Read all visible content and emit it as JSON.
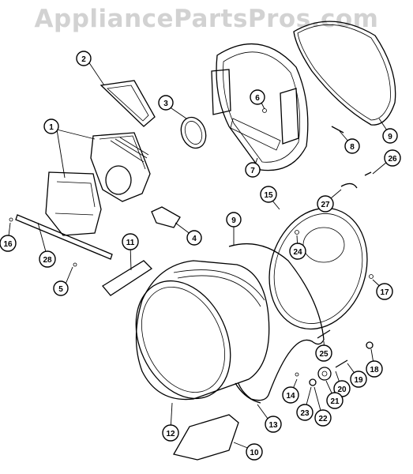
{
  "watermark": "AppliancePartsPros.com",
  "callouts": [
    {
      "id": "1",
      "label": "1"
    },
    {
      "id": "2",
      "label": "2"
    },
    {
      "id": "3",
      "label": "3"
    },
    {
      "id": "4",
      "label": "4"
    },
    {
      "id": "5",
      "label": "5"
    },
    {
      "id": "6",
      "label": "6"
    },
    {
      "id": "7",
      "label": "7"
    },
    {
      "id": "8",
      "label": "8"
    },
    {
      "id": "9a",
      "label": "9"
    },
    {
      "id": "9b",
      "label": "9"
    },
    {
      "id": "10",
      "label": "10"
    },
    {
      "id": "11",
      "label": "11"
    },
    {
      "id": "12",
      "label": "12"
    },
    {
      "id": "13",
      "label": "13"
    },
    {
      "id": "14",
      "label": "14"
    },
    {
      "id": "15",
      "label": "15"
    },
    {
      "id": "16",
      "label": "16"
    },
    {
      "id": "17",
      "label": "17"
    },
    {
      "id": "18",
      "label": "18"
    },
    {
      "id": "19",
      "label": "19"
    },
    {
      "id": "20",
      "label": "20"
    },
    {
      "id": "21",
      "label": "21"
    },
    {
      "id": "22",
      "label": "22"
    },
    {
      "id": "23",
      "label": "23"
    },
    {
      "id": "24",
      "label": "24"
    },
    {
      "id": "25",
      "label": "25"
    },
    {
      "id": "26",
      "label": "26"
    },
    {
      "id": "27",
      "label": "27"
    },
    {
      "id": "28",
      "label": "28"
    }
  ]
}
